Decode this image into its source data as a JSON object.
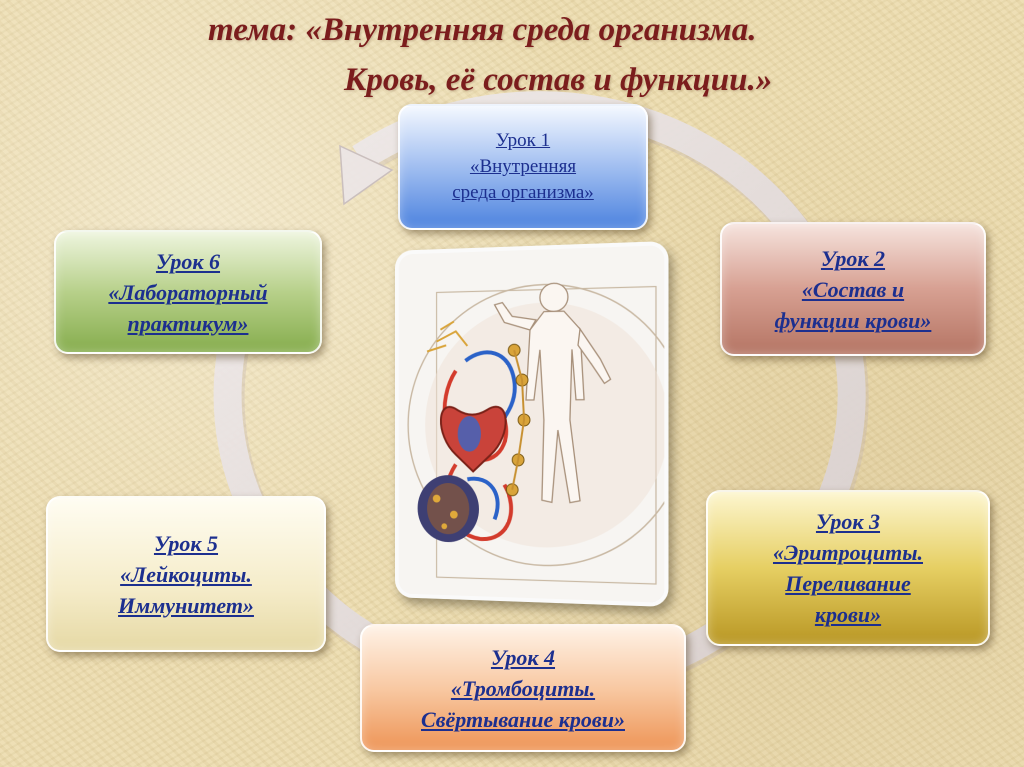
{
  "title": {
    "line1": "тема: «Внутренняя среда организма.",
    "line2": "Кровь, её состав и функции.»"
  },
  "lessons": [
    {
      "lines": [
        "Урок  1",
        "«Внутренняя",
        "среда организма»"
      ]
    },
    {
      "lines": [
        "Урок  2",
        "«Состав и",
        "функции крови»"
      ]
    },
    {
      "lines": [
        "Урок  3",
        "«Эритроциты.",
        "Переливание",
        "крови»"
      ]
    },
    {
      "lines": [
        "Урок  4",
        "«Тромбоциты.",
        "Свёртывание крови»"
      ]
    },
    {
      "lines": [
        "Урок  5",
        "«Лейкоциты.",
        "Иммунитет»"
      ]
    },
    {
      "lines": [
        "Урок  6",
        "«Лабораторный",
        "практикум»"
      ]
    }
  ],
  "colors": {
    "title": "#7b1d1d",
    "lesson_text": "#1c2f8f",
    "cycle_arrow": "#e3dcdc"
  },
  "center_image": "circulatory-system-illustration"
}
